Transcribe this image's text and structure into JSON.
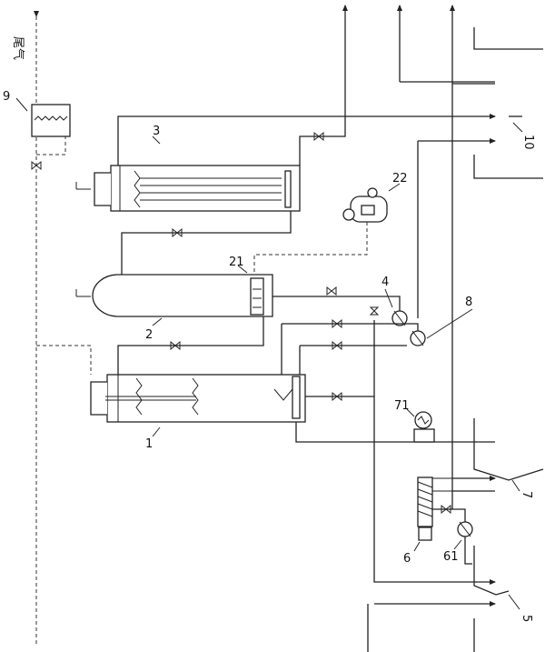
{
  "labels": {
    "tail_gas": "尾气",
    "n9": "9",
    "n3": "3",
    "n22": "22",
    "n21": "21",
    "n2": "2",
    "n4": "4",
    "n8": "8",
    "n1": "1",
    "n71": "71",
    "n7": "7",
    "n6": "6",
    "n61": "61",
    "n5": "5",
    "n10": "10"
  }
}
